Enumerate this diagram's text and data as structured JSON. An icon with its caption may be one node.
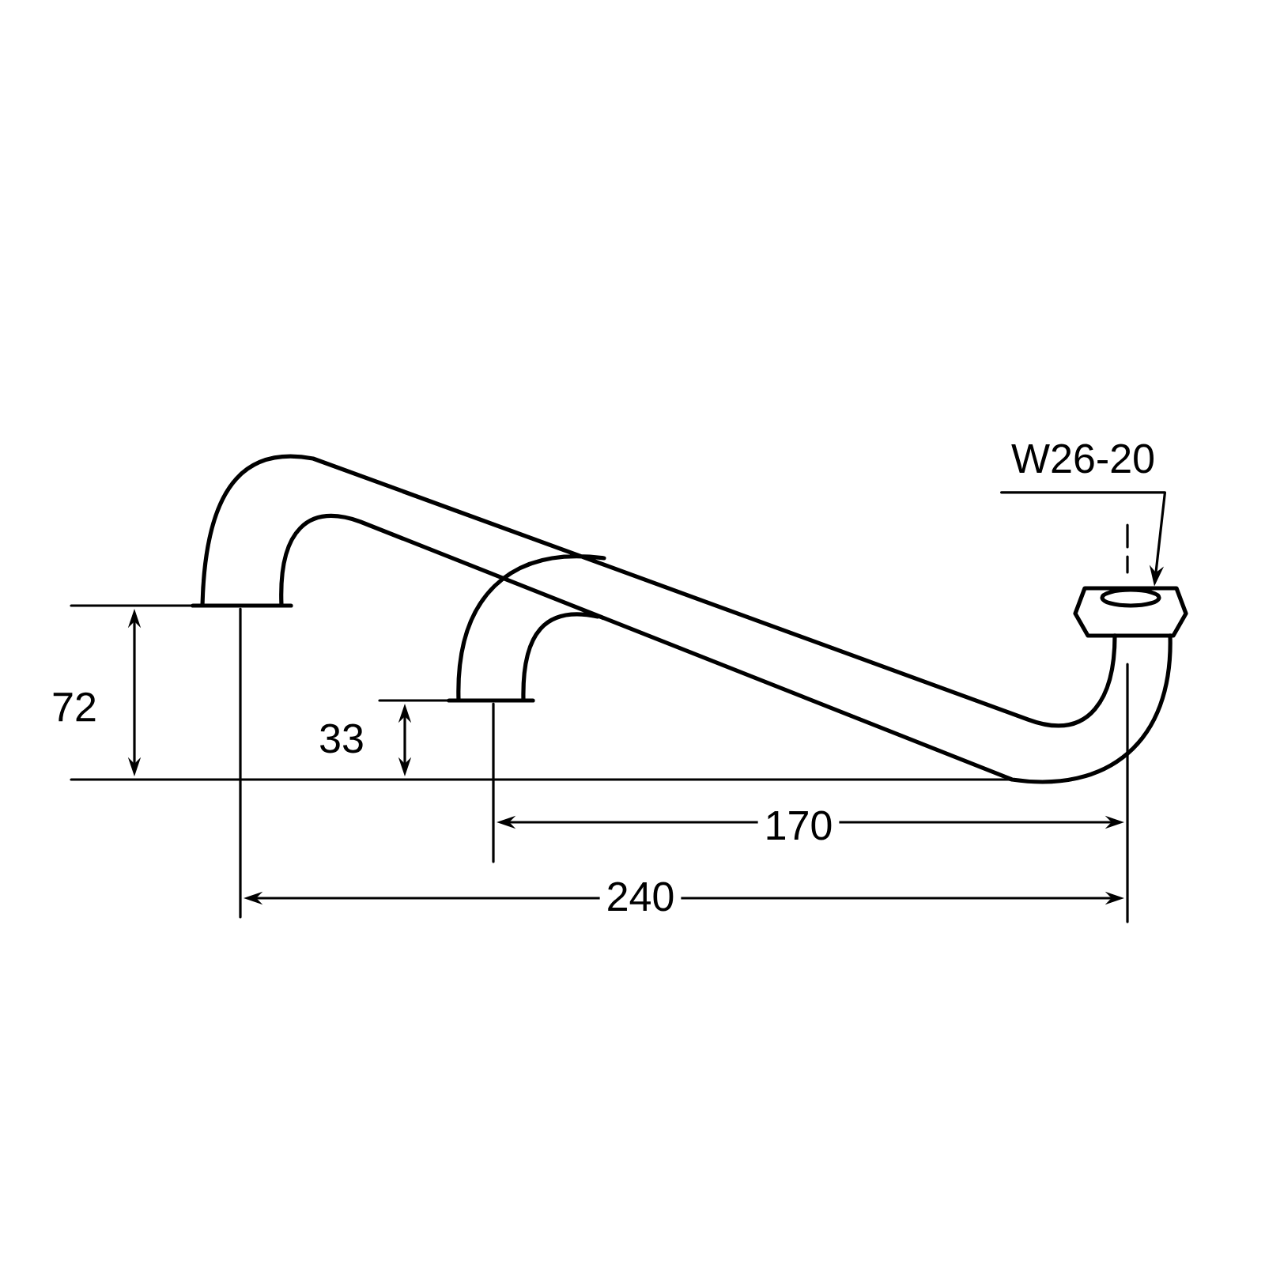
{
  "diagram": {
    "nodes": [
      {
        "text": [
          "W26-20"
        ]
      },
      {
        "text": [],
        "shape": "picture"
      }
    ],
    "edges": [
      {
        "from": 0,
        "to": 1,
        "arrow": "to"
      }
    ],
    "labels": [
      "72",
      "33",
      "170",
      "240"
    ]
  }
}
